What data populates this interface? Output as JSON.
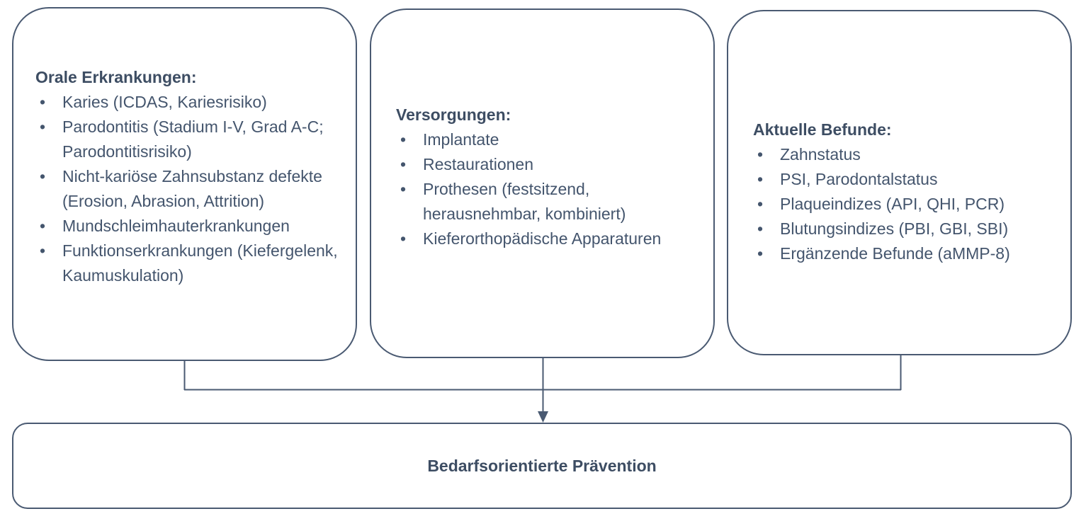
{
  "colors": {
    "border": "#4a5a72",
    "text": "#3d4d63",
    "body_text": "#44556d",
    "background": "#ffffff",
    "connector": "#4a5a72"
  },
  "diagram": {
    "type": "flowchart",
    "direction": "three-inputs-converging-to-one-output",
    "bullet_glyph": "•"
  },
  "cards": [
    {
      "id": "oral-diseases",
      "heading": "Orale Erkrankungen:",
      "items": [
        "Karies (ICDAS, Kariesrisiko)",
        "Parodontitis (Stadium I-V, Grad A-C; Parodontitisrisiko)",
        "Nicht-kariöse Zahnsubstanz defekte (Erosion, Abrasion, Attrition)",
        "Mundschleimhauterkrankungen",
        "Funktionserkrankungen (Kiefergelenk, Kaumuskulation)"
      ]
    },
    {
      "id": "restorations",
      "heading": "Versorgungen:",
      "items": [
        "Implantate",
        "Restaurationen",
        "Prothesen (festsitzend, herausnehmbar, kombiniert)",
        "Kieferorthopädische Apparaturen"
      ]
    },
    {
      "id": "current-findings",
      "heading": "Aktuelle Befunde:",
      "items": [
        "Zahnstatus",
        "PSI, Parodontalstatus",
        "Plaqueindizes (API, QHI, PCR)",
        "Blutungsindizes (PBI, GBI, SBI)",
        "Ergänzende Befunde (aMMP-8)"
      ]
    }
  ],
  "outcome": {
    "label": "Bedarfsorientierte Prävention"
  }
}
